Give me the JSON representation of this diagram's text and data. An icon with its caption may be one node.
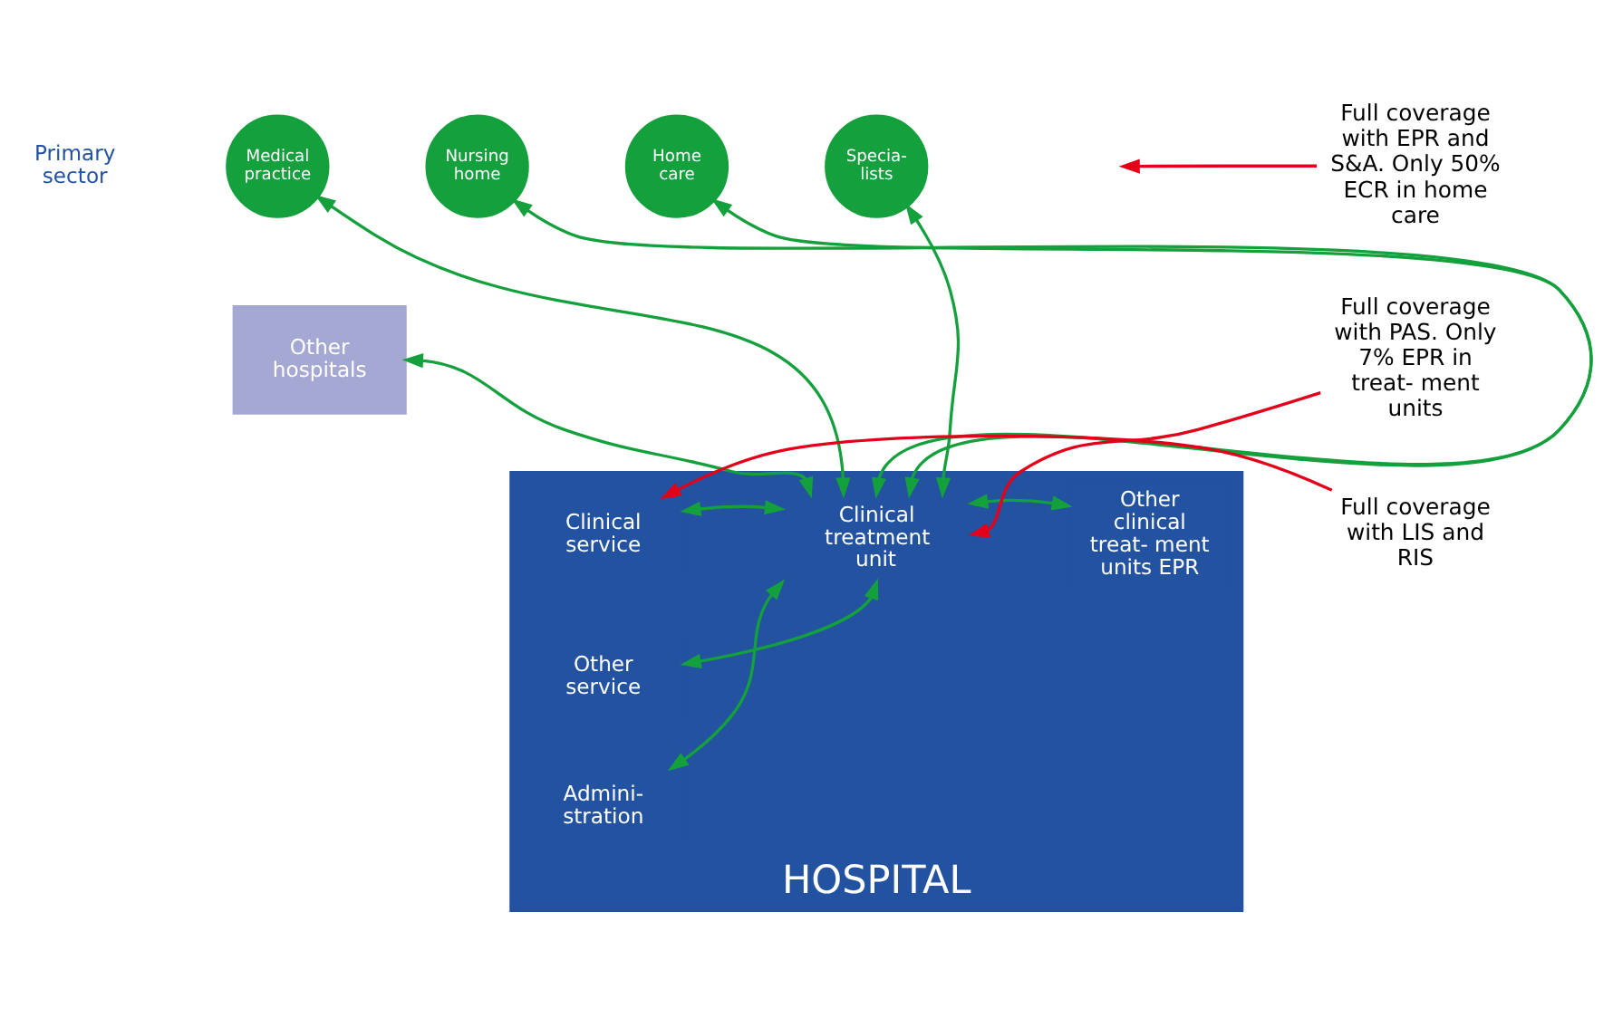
{
  "diagram": {
    "nodes": [
      {
        "text": [
          "Medical practice"
        ]
      },
      {
        "text": [
          "Nursing home"
        ]
      },
      {
        "text": [
          "Home care"
        ]
      },
      {
        "text": [
          "Specia- lists"
        ]
      },
      {
        "text": [
          "Other hospitals"
        ]
      },
      {
        "text": [
          "HOSPITAL"
        ]
      },
      {
        "text": [
          "Clinical service"
        ],
        "in": 5
      },
      {
        "text": [
          "Other service"
        ],
        "in": 5
      },
      {
        "text": [
          "Admini- stration"
        ],
        "in": 5
      },
      {
        "text": [
          "Clinical treatment unit"
        ],
        "in": 5
      },
      {
        "text": [
          "Other clinical treat- ment units EPR"
        ],
        "in": 5
      },
      {
        "text": [
          "Full coverage with EPR and S&A. Only 50% ECR in home care"
        ]
      },
      {
        "text": [
          "Full coverage with PAS. Only 7% EPR in treat- ment units"
        ]
      },
      {
        "text": [
          "Full coverage with LIS and RIS"
        ]
      }
    ],
    "edges": [
      {
        "from": 9,
        "to": 0,
        "arrow": "both"
      },
      {
        "from": 9,
        "to": 1,
        "arrow": "both"
      },
      {
        "from": 9,
        "to": 2,
        "arrow": "both"
      },
      {
        "from": 9,
        "to": 3,
        "arrow": "both"
      },
      {
        "from": 9,
        "to": 4,
        "arrow": "both"
      },
      {
        "from": 6,
        "to": 9,
        "arrow": "both"
      },
      {
        "from": 7,
        "to": 9,
        "arrow": "both"
      },
      {
        "from": 8,
        "to": 9,
        "arrow": "both"
      },
      {
        "from": 9,
        "to": 10,
        "arrow": "both"
      },
      {
        "from": 11,
        "to": null,
        "arrow": "to",
        "color": "#e2001a"
      },
      {
        "from": 12,
        "to": 9,
        "arrow": "to",
        "color": "#e2001a"
      },
      {
        "from": 13,
        "to": 6,
        "arrow": "to",
        "color": "#e2001a"
      }
    ],
    "labels": [
      "Primary sector"
    ]
  }
}
